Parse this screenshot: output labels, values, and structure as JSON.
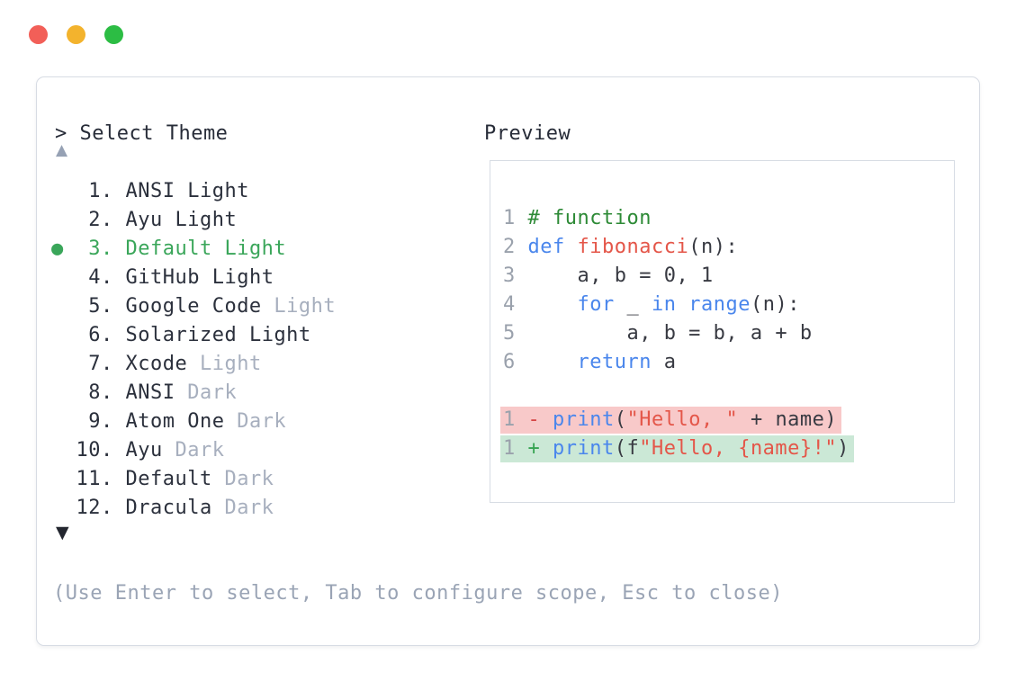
{
  "window": {
    "controls": [
      {
        "name": "close",
        "color": "#f25f58"
      },
      {
        "name": "minimize",
        "color": "#f3b32d"
      },
      {
        "name": "zoom",
        "color": "#2cbd44"
      }
    ]
  },
  "theme_selector": {
    "prompt": "> Select Theme",
    "scroll_up": "▲",
    "scroll_down": "▼",
    "selected_marker": "●",
    "items": [
      {
        "number": "1",
        "name": "ANSI",
        "variant": "Light",
        "variant_muted": false,
        "selected": false
      },
      {
        "number": "2",
        "name": "Ayu",
        "variant": "Light",
        "variant_muted": false,
        "selected": false
      },
      {
        "number": "3",
        "name": "Default",
        "variant": "Light",
        "variant_muted": false,
        "selected": true
      },
      {
        "number": "4",
        "name": "GitHub",
        "variant": "Light",
        "variant_muted": false,
        "selected": false
      },
      {
        "number": "5",
        "name": "Google Code",
        "variant": "Light",
        "variant_muted": true,
        "selected": false
      },
      {
        "number": "6",
        "name": "Solarized",
        "variant": "Light",
        "variant_muted": false,
        "selected": false
      },
      {
        "number": "7",
        "name": "Xcode",
        "variant": "Light",
        "variant_muted": true,
        "selected": false
      },
      {
        "number": "8",
        "name": "ANSI",
        "variant": "Dark",
        "variant_muted": true,
        "selected": false
      },
      {
        "number": "9",
        "name": "Atom One",
        "variant": "Dark",
        "variant_muted": true,
        "selected": false
      },
      {
        "number": "10",
        "name": "Ayu",
        "variant": "Dark",
        "variant_muted": true,
        "selected": false
      },
      {
        "number": "11",
        "name": "Default",
        "variant": "Dark",
        "variant_muted": true,
        "selected": false
      },
      {
        "number": "12",
        "name": "Dracula",
        "variant": "Dark",
        "variant_muted": true,
        "selected": false
      }
    ],
    "help_text": "(Use Enter to select, Tab to configure scope, Esc to close)"
  },
  "preview": {
    "title": "Preview",
    "code_lines": [
      {
        "num": "1",
        "tokens": [
          {
            "t": "# function",
            "c": "comment"
          }
        ]
      },
      {
        "num": "2",
        "tokens": [
          {
            "t": "def",
            "c": "kw"
          },
          {
            "t": " ",
            "c": "plain"
          },
          {
            "t": "fibonacci",
            "c": "fn"
          },
          {
            "t": "(n):",
            "c": "plain"
          }
        ]
      },
      {
        "num": "3",
        "tokens": [
          {
            "t": "    a, b = 0, 1",
            "c": "plain"
          }
        ]
      },
      {
        "num": "4",
        "tokens": [
          {
            "t": "    ",
            "c": "plain"
          },
          {
            "t": "for",
            "c": "kw"
          },
          {
            "t": " _ ",
            "c": "plain"
          },
          {
            "t": "in",
            "c": "kw"
          },
          {
            "t": " ",
            "c": "plain"
          },
          {
            "t": "range",
            "c": "kw"
          },
          {
            "t": "(n):",
            "c": "plain"
          }
        ]
      },
      {
        "num": "5",
        "tokens": [
          {
            "t": "        a, b = b, a + b",
            "c": "plain"
          }
        ]
      },
      {
        "num": "6",
        "tokens": [
          {
            "t": "    ",
            "c": "plain"
          },
          {
            "t": "return",
            "c": "kw"
          },
          {
            "t": " a",
            "c": "plain"
          }
        ]
      }
    ],
    "diff_lines": [
      {
        "num": "1",
        "sign": "-",
        "kind": "removed",
        "tokens": [
          {
            "t": "print",
            "c": "kw"
          },
          {
            "t": "(",
            "c": "plain"
          },
          {
            "t": "\"Hello, \"",
            "c": "str"
          },
          {
            "t": " + name)",
            "c": "plain"
          }
        ]
      },
      {
        "num": "1",
        "sign": "+",
        "kind": "added",
        "tokens": [
          {
            "t": "print",
            "c": "kw"
          },
          {
            "t": "(f",
            "c": "plain"
          },
          {
            "t": "\"Hello, {name}!\"",
            "c": "str"
          },
          {
            "t": ")",
            "c": "plain"
          }
        ]
      }
    ]
  },
  "colors": {
    "selected_green": "#3aa65a",
    "muted_gray": "#a7afbe",
    "text_dark": "#2b303c",
    "keyword_blue": "#4a86ec",
    "function_red": "#e45649",
    "string_red": "#e45649",
    "comment_green": "#2d8a36",
    "line_number_gray": "#9aa1ac",
    "removed_bg": "#f8c9c9",
    "added_bg": "#cbe8d6",
    "removed_sign": "#d64545",
    "added_sign": "#36a352",
    "border_gray": "#d7dce4",
    "help_gray": "#9aa4b5"
  }
}
